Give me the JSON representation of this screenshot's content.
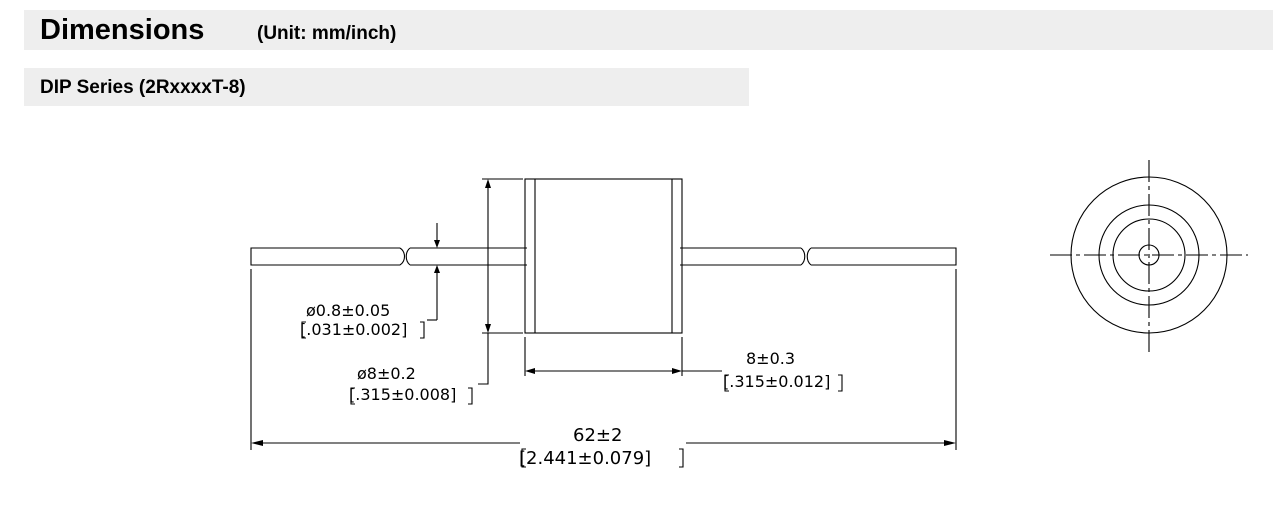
{
  "header": {
    "title": "Dimensions",
    "unit": "(Unit: mm/inch)"
  },
  "series": {
    "title": "DIP Series (2RxxxxT-8)"
  },
  "dims": {
    "lead_dia_mm": "ø0.8±0.05",
    "lead_dia_in": "[.031±0.002]",
    "body_dia_mm": "ø8±0.2",
    "body_dia_in": "[.315±0.008]",
    "body_len_mm": "8±0.3",
    "body_len_in": "[.315±0.012]",
    "total_len_mm": "62±2",
    "total_len_in": "[2.441±0.079]"
  }
}
